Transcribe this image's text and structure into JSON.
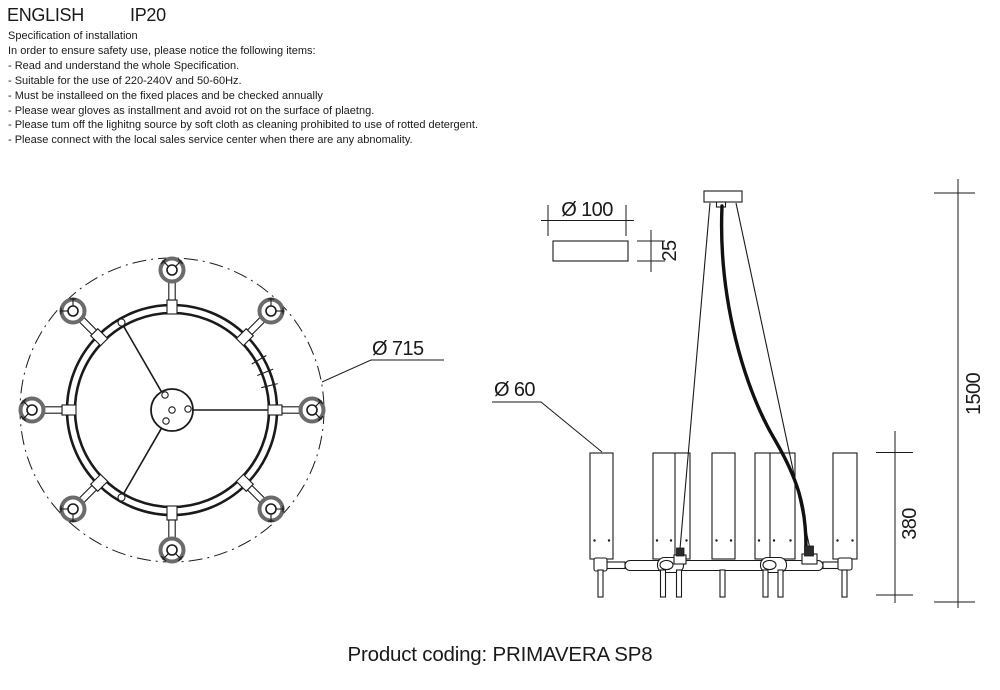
{
  "header": {
    "language": "ENGLISH",
    "ip_rating": "IP20"
  },
  "spec": {
    "title": "Specification of installation",
    "intro": "In order to ensure safety use, please notice the following items:",
    "items": [
      "- Read and understand the whole Specification.",
      "- Suitable for the use of 220-240V and 50-60Hz.",
      "- Must be installeed on the fixed places and be checked annually",
      "- Please wear gloves as installment and avoid rot on the surface of plaetng.",
      "- Please tum off the lighitng source by soft cloth as cleaning prohibited to use of rotted detergent.",
      "- Please connect with the local sales service center when there are any abnomality."
    ]
  },
  "dimensions": {
    "fixture_diameter": "Ø 715",
    "canopy_diameter": "Ø 100",
    "canopy_height": "25",
    "shade_diameter": "Ø 60",
    "overall_height": "1500",
    "body_height": "380"
  },
  "footer": {
    "product_coding": "Product coding: PRIMAVERA SP8"
  },
  "colors": {
    "line": "#1a1a1a",
    "head_ring": "#6b6b6b",
    "background": "#ffffff"
  }
}
